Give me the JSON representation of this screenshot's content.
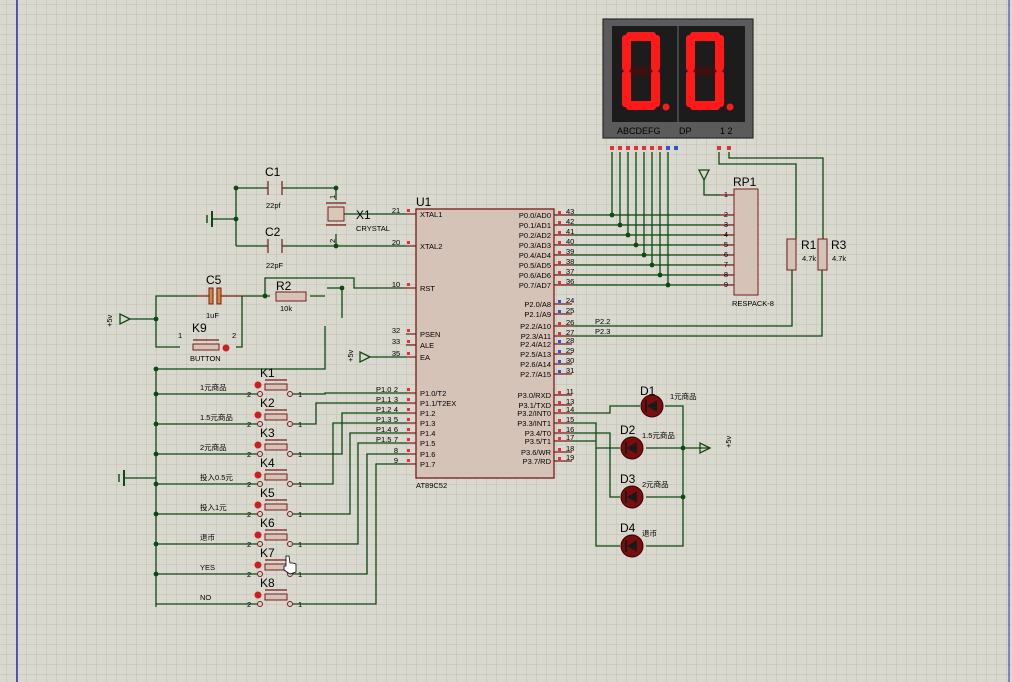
{
  "display": {
    "ref": "",
    "digits": [
      "0",
      "0"
    ],
    "seg_label": "ABCDEFG",
    "dp_label": "DP",
    "com_label": "1 2",
    "color": "#ff1a1a"
  },
  "mcu": {
    "ref": "U1",
    "part": "AT89C52",
    "left_pins": [
      {
        "name": "XTAL1",
        "num": "21"
      },
      {
        "name": "XTAL2",
        "num": "20"
      },
      {
        "name": "RST",
        "num": "10"
      },
      {
        "name": "PSEN",
        "num": "32"
      },
      {
        "name": "ALE",
        "num": "33"
      },
      {
        "name": "EA",
        "num": "35"
      },
      {
        "name": "P1.0/T2",
        "num": "2"
      },
      {
        "name": "P1.1/T2EX",
        "num": "3"
      },
      {
        "name": "P1.2",
        "num": "4"
      },
      {
        "name": "P1.3",
        "num": "5"
      },
      {
        "name": "P1.4",
        "num": "6"
      },
      {
        "name": "P1.5",
        "num": "7"
      },
      {
        "name": "P1.6",
        "num": "8"
      },
      {
        "name": "P1.7",
        "num": "9"
      }
    ],
    "right_pins": [
      {
        "name": "P0.0/AD0",
        "num": "43"
      },
      {
        "name": "P0.1/AD1",
        "num": "42"
      },
      {
        "name": "P0.2/AD2",
        "num": "41"
      },
      {
        "name": "P0.3/AD3",
        "num": "40"
      },
      {
        "name": "P0.4/AD4",
        "num": "39"
      },
      {
        "name": "P0.5/AD5",
        "num": "38"
      },
      {
        "name": "P0.6/AD6",
        "num": "37"
      },
      {
        "name": "P0.7/AD7",
        "num": "36"
      },
      {
        "name": "P2.0/A8",
        "num": "24"
      },
      {
        "name": "P2.1/A9",
        "num": "25"
      },
      {
        "name": "P2.2/A10",
        "num": "26"
      },
      {
        "name": "P2.3/A11",
        "num": "27"
      },
      {
        "name": "P2.4/A12",
        "num": "28"
      },
      {
        "name": "P2.5/A13",
        "num": "29"
      },
      {
        "name": "P2.6/A14",
        "num": "30"
      },
      {
        "name": "P2.7/A15",
        "num": "31"
      },
      {
        "name": "P3.0/RXD",
        "num": "11"
      },
      {
        "name": "P3.1/TXD",
        "num": "13"
      },
      {
        "name": "P3.2/INT0",
        "num": "14"
      },
      {
        "name": "P3.3/INT1",
        "num": "15"
      },
      {
        "name": "P3.4/T0",
        "num": "16"
      },
      {
        "name": "P3.5/T1",
        "num": "17"
      },
      {
        "name": "P3.6/WR",
        "num": "18"
      },
      {
        "name": "P3.7/RD",
        "num": "19"
      }
    ]
  },
  "net_labels": {
    "p1": [
      "P1.0",
      "P1.1",
      "P1.2",
      "P1.3",
      "P1.4",
      "P1.5"
    ],
    "p2": [
      "P2.2",
      "P2.3"
    ]
  },
  "caps": [
    {
      "ref": "C1",
      "value": "22pf"
    },
    {
      "ref": "C2",
      "value": "22pF"
    },
    {
      "ref": "C5",
      "value": "1uF"
    }
  ],
  "crystal": {
    "ref": "X1",
    "value": "CRYSTAL",
    "pin1": "1",
    "pin2": "2"
  },
  "resistors": [
    {
      "ref": "R2",
      "value": "10k"
    },
    {
      "ref": "R1",
      "value": "4.7k"
    },
    {
      "ref": "R3",
      "value": "4.7k"
    }
  ],
  "respack": {
    "ref": "RP1",
    "part": "RESPACK-8",
    "pins": [
      "1",
      "2",
      "3",
      "4",
      "5",
      "6",
      "7",
      "8",
      "9"
    ]
  },
  "reset_button": {
    "ref": "K9",
    "label": "BUTTON",
    "pin1": "1",
    "pin2": "2"
  },
  "power": {
    "vcc": "+5v"
  },
  "keys": [
    {
      "ref": "K1",
      "label": "1元商品"
    },
    {
      "ref": "K2",
      "label": "1.5元商品"
    },
    {
      "ref": "K3",
      "label": "2元商品"
    },
    {
      "ref": "K4",
      "label": "投入0.5元"
    },
    {
      "ref": "K5",
      "label": "投入1元"
    },
    {
      "ref": "K6",
      "label": "退币"
    },
    {
      "ref": "K7",
      "label": "YES"
    },
    {
      "ref": "K8",
      "label": "NO"
    }
  ],
  "key_pins": {
    "left": "2",
    "right": "1"
  },
  "leds": [
    {
      "ref": "D1",
      "label": "1元商品"
    },
    {
      "ref": "D2",
      "label": "1.5元商品"
    },
    {
      "ref": "D3",
      "label": "2元商品"
    },
    {
      "ref": "D4",
      "label": "退币"
    }
  ]
}
